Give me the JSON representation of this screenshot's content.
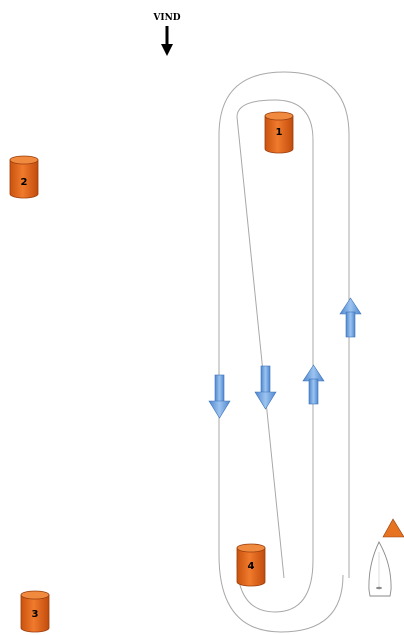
{
  "wind": {
    "label": "VIND",
    "direction": "down"
  },
  "buoys": [
    {
      "label": "1"
    },
    {
      "label": "2"
    },
    {
      "label": "3"
    },
    {
      "label": "4"
    }
  ],
  "colors": {
    "buoy_fill": "#e0661f",
    "buoy_top": "#f08a3e",
    "buoy_stroke": "#9a3d0c",
    "arrow_fill": "#6fa4e0",
    "arrow_stroke": "#3d73b8",
    "course_line": "#9a9a9a",
    "boat_flag": "#e57322"
  },
  "course_arrows": [
    {
      "direction": "down"
    },
    {
      "direction": "down"
    },
    {
      "direction": "up"
    },
    {
      "direction": "up"
    }
  ]
}
